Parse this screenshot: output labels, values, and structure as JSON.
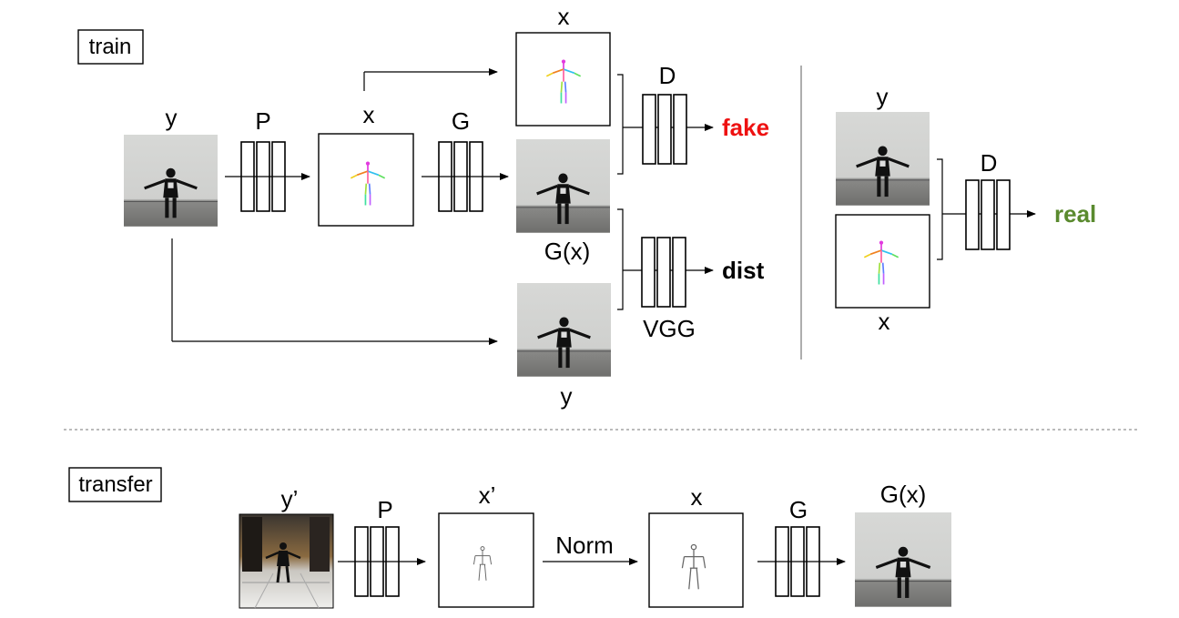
{
  "sections": {
    "train": "train",
    "transfer": "transfer"
  },
  "train": {
    "input_label": "y",
    "pose_net_label": "P",
    "pose_label": "x",
    "generator_label": "G",
    "disc_pose_label": "x",
    "generated_label": "G(x)",
    "target_label": "y",
    "disc_label": "D",
    "fake_output": "fake",
    "vgg_label": "VGG",
    "dist_output": "dist",
    "real_y_label": "y",
    "real_disc_label": "D",
    "real_output": "real",
    "real_x_label": "x"
  },
  "transfer": {
    "source_label": "y’",
    "pose_net_label": "P",
    "source_pose_label": "x’",
    "norm_label": "Norm",
    "norm_pose_label": "x",
    "generator_label": "G",
    "output_label": "G(x)"
  },
  "colors": {
    "fake": "#ee1111",
    "real": "#5a8a2e"
  }
}
